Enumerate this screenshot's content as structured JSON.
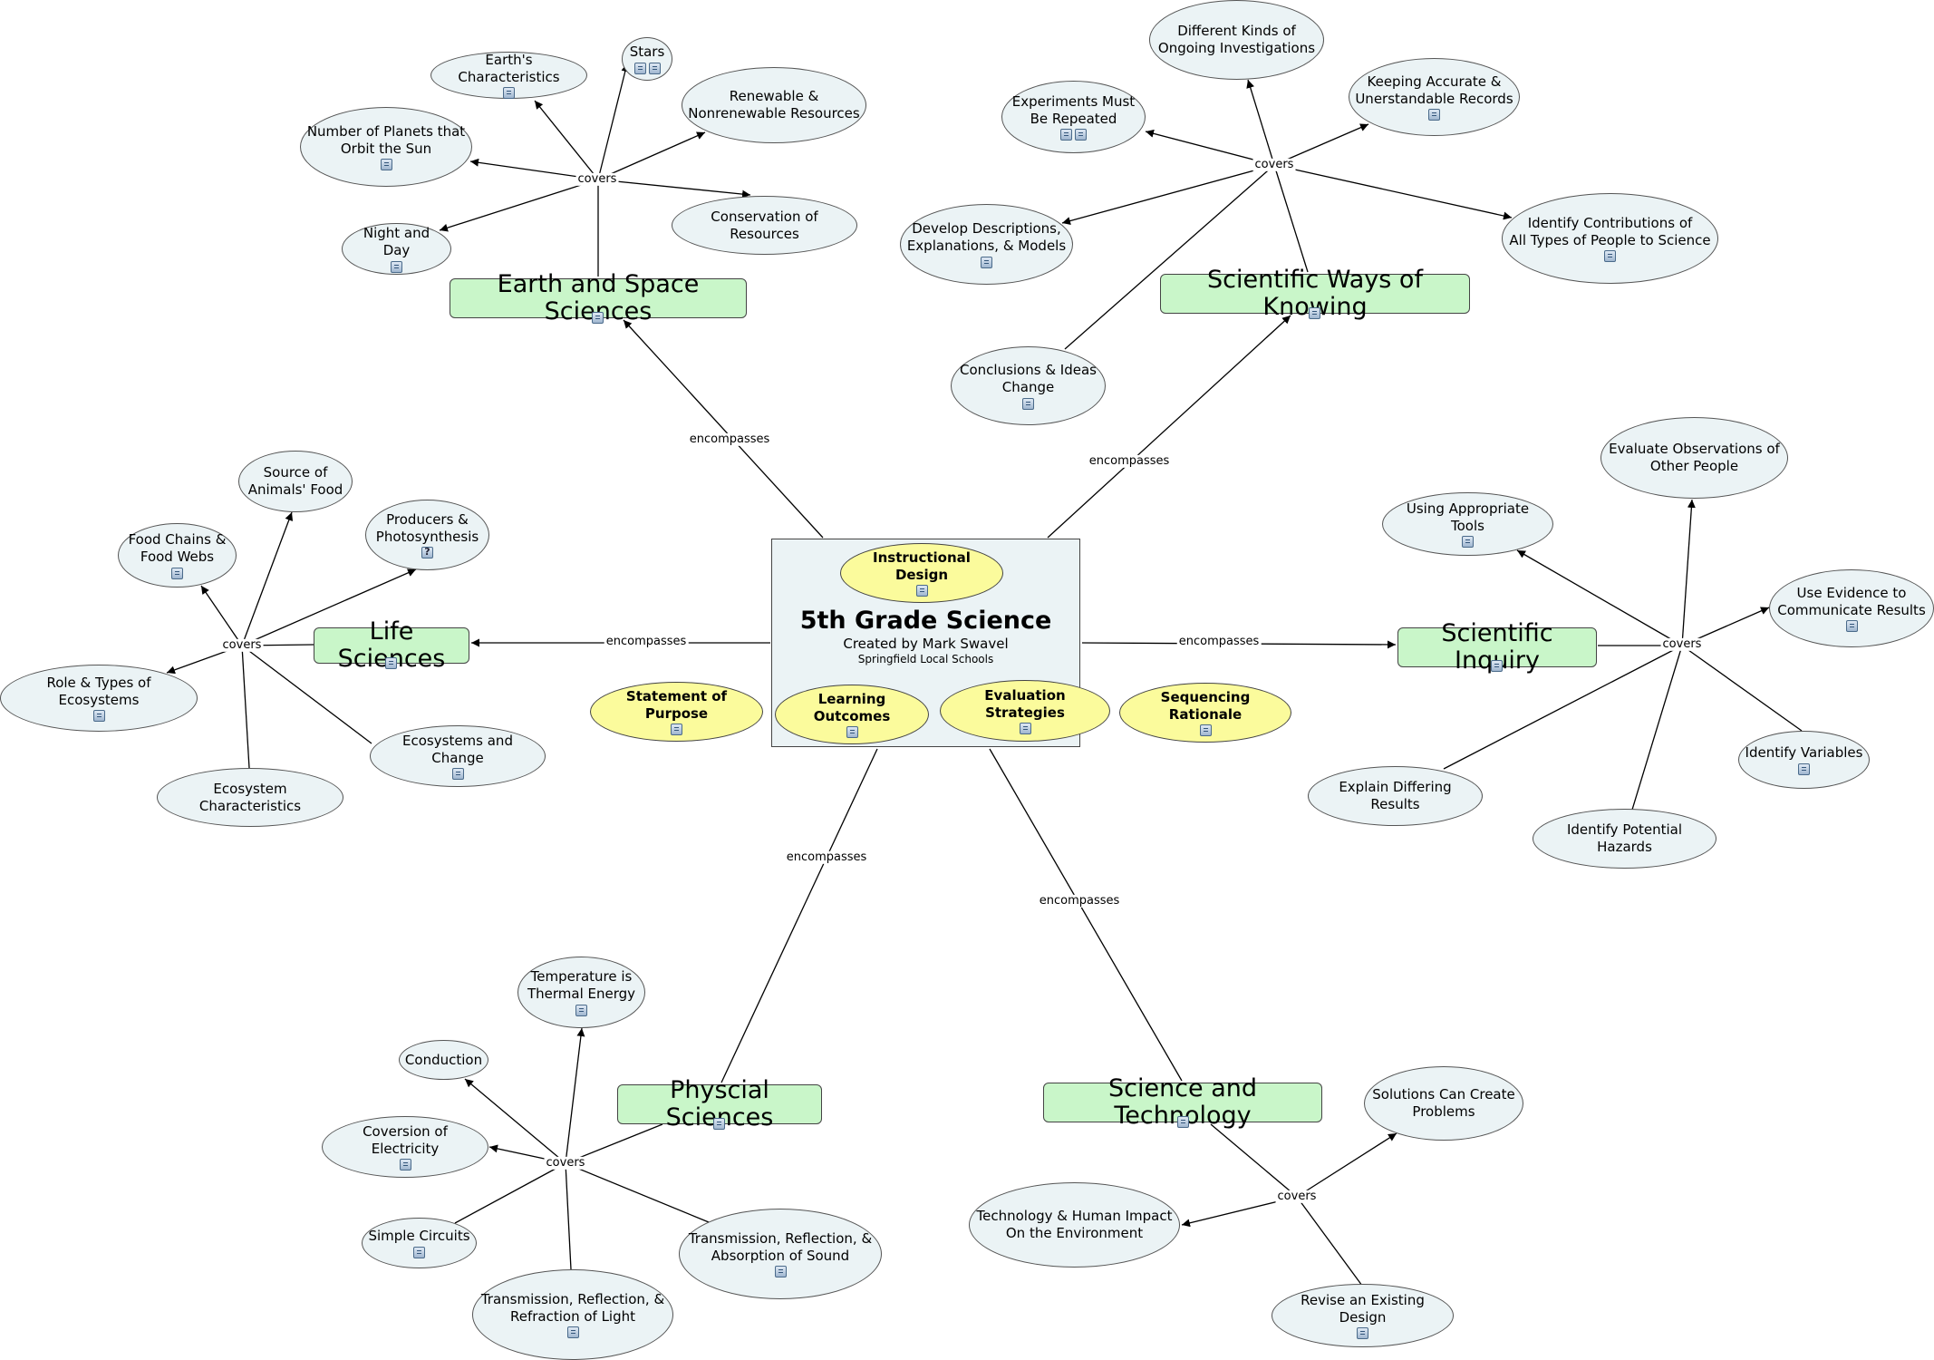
{
  "center": {
    "title": "5th Grade Science",
    "author": "Created by Mark Swavel",
    "school": "Springfield Local Schools"
  },
  "plans": [
    {
      "label": "Instructional Design"
    },
    {
      "label": "Statement of Purpose"
    },
    {
      "label": "Learning Outcomes"
    },
    {
      "label": "Evaluation Strategies"
    },
    {
      "label": "Sequencing Rationale"
    }
  ],
  "topics": [
    {
      "label": "Earth and Space Sciences"
    },
    {
      "label": "Scientific Ways of Knowing"
    },
    {
      "label": "Life Sciences"
    },
    {
      "label": "Scientific Inquiry"
    },
    {
      "label": "Physcial Sciences"
    },
    {
      "label": "Science and Technology"
    }
  ],
  "concepts": {
    "earth": [
      {
        "label": "Stars"
      },
      {
        "label": "Earth's Characteristics"
      },
      {
        "label": "Renewable &\nNonrenewable Resources"
      },
      {
        "label": "Number of Planets that\nOrbit the Sun"
      },
      {
        "label": "Night and Day"
      },
      {
        "label": "Conservation of Resources"
      }
    ],
    "swk": [
      {
        "label": "Different Kinds of\nOngoing Investigations"
      },
      {
        "label": "Experiments Must\nBe Repeated"
      },
      {
        "label": "Keeping Accurate &\nUnerstandable Records"
      },
      {
        "label": "Develop Descriptions,\nExplanations, & Models"
      },
      {
        "label": "Identify Contributions of\nAll Types of People to Science"
      },
      {
        "label": "Conclusions & Ideas\nChange"
      }
    ],
    "life": [
      {
        "label": "Source of\nAnimals' Food"
      },
      {
        "label": "Food Chains &\nFood Webs"
      },
      {
        "label": "Producers &\nPhotosynthesis"
      },
      {
        "label": "Role & Types of Ecosystems"
      },
      {
        "label": "Ecosystems and Change"
      },
      {
        "label": "Ecosystem Characteristics"
      }
    ],
    "inquiry": [
      {
        "label": "Evaluate Observations of\nOther People"
      },
      {
        "label": "Using Appropriate Tools"
      },
      {
        "label": "Use Evidence to\nCommunicate Results"
      },
      {
        "label": "Identify Variables"
      },
      {
        "label": "Explain Differing Results"
      },
      {
        "label": "Identify Potential Hazards"
      }
    ],
    "physical": [
      {
        "label": "Temperature is\nThermal Energy"
      },
      {
        "label": "Conduction"
      },
      {
        "label": "Coversion of Electricity"
      },
      {
        "label": "Simple Circuits"
      },
      {
        "label": "Transmission, Reflection, &\nRefraction of Light"
      },
      {
        "label": "Transmission, Reflection, &\nAbsorption of Sound"
      }
    ],
    "tech": [
      {
        "label": "Solutions Can Create\nProblems"
      },
      {
        "label": "Technology & Human Impact\nOn the Environment"
      },
      {
        "label": "Revise an Existing Design"
      }
    ]
  },
  "link_labels": {
    "encompasses": "encompasses",
    "covers": "covers"
  }
}
